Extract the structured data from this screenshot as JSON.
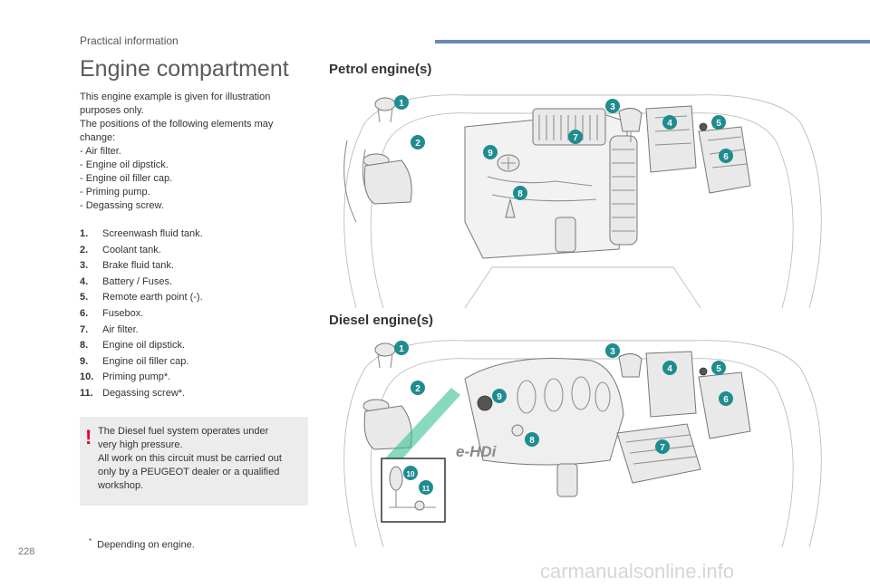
{
  "header": {
    "section": "Practical information",
    "page_number": "228"
  },
  "left": {
    "title": "Engine compartment",
    "intro_1": "This engine example is given for illustration purposes only.",
    "intro_2": "The positions of the following elements may change:",
    "changes": [
      "Air filter.",
      "Engine oil dipstick.",
      "Engine oil filler cap.",
      "Priming pump.",
      "Degassing screw."
    ],
    "legend": [
      {
        "num": "1.",
        "text": "Screenwash fluid tank."
      },
      {
        "num": "2.",
        "text": "Coolant tank."
      },
      {
        "num": "3.",
        "text": "Brake fluid tank."
      },
      {
        "num": "4.",
        "text": "Battery / Fuses."
      },
      {
        "num": "5.",
        "text": "Remote earth point (-)."
      },
      {
        "num": "6.",
        "text": "Fusebox."
      },
      {
        "num": "7.",
        "text": "Air filter."
      },
      {
        "num": "8.",
        "text": "Engine oil dipstick."
      },
      {
        "num": "9.",
        "text": "Engine oil filler cap."
      },
      {
        "num": "10.",
        "text": "Priming pump*."
      },
      {
        "num": "11.",
        "text": "Degassing screw*."
      }
    ],
    "warning": {
      "icon": "exclamation-icon",
      "lines": [
        "The Diesel fuel system operates under",
        "very high pressure.",
        "All work on this circuit must be carried out",
        "only by a PEUGEOT dealer or a qualified",
        "workshop."
      ]
    },
    "footnote_mark": "*",
    "footnote": "Depending on engine."
  },
  "right": {
    "petrol_title": "Petrol engine(s)",
    "diesel_title": "Diesel engine(s)",
    "diesel_badge": "e-HDi",
    "callout_color": "#1f8c8f",
    "petrol_callouts": [
      "1",
      "2",
      "3",
      "4",
      "5",
      "6",
      "7",
      "8",
      "9"
    ],
    "diesel_callouts": [
      "1",
      "2",
      "3",
      "4",
      "5",
      "6",
      "7",
      "8",
      "9",
      "10",
      "11"
    ]
  },
  "watermark": "carmanualsonline.info"
}
